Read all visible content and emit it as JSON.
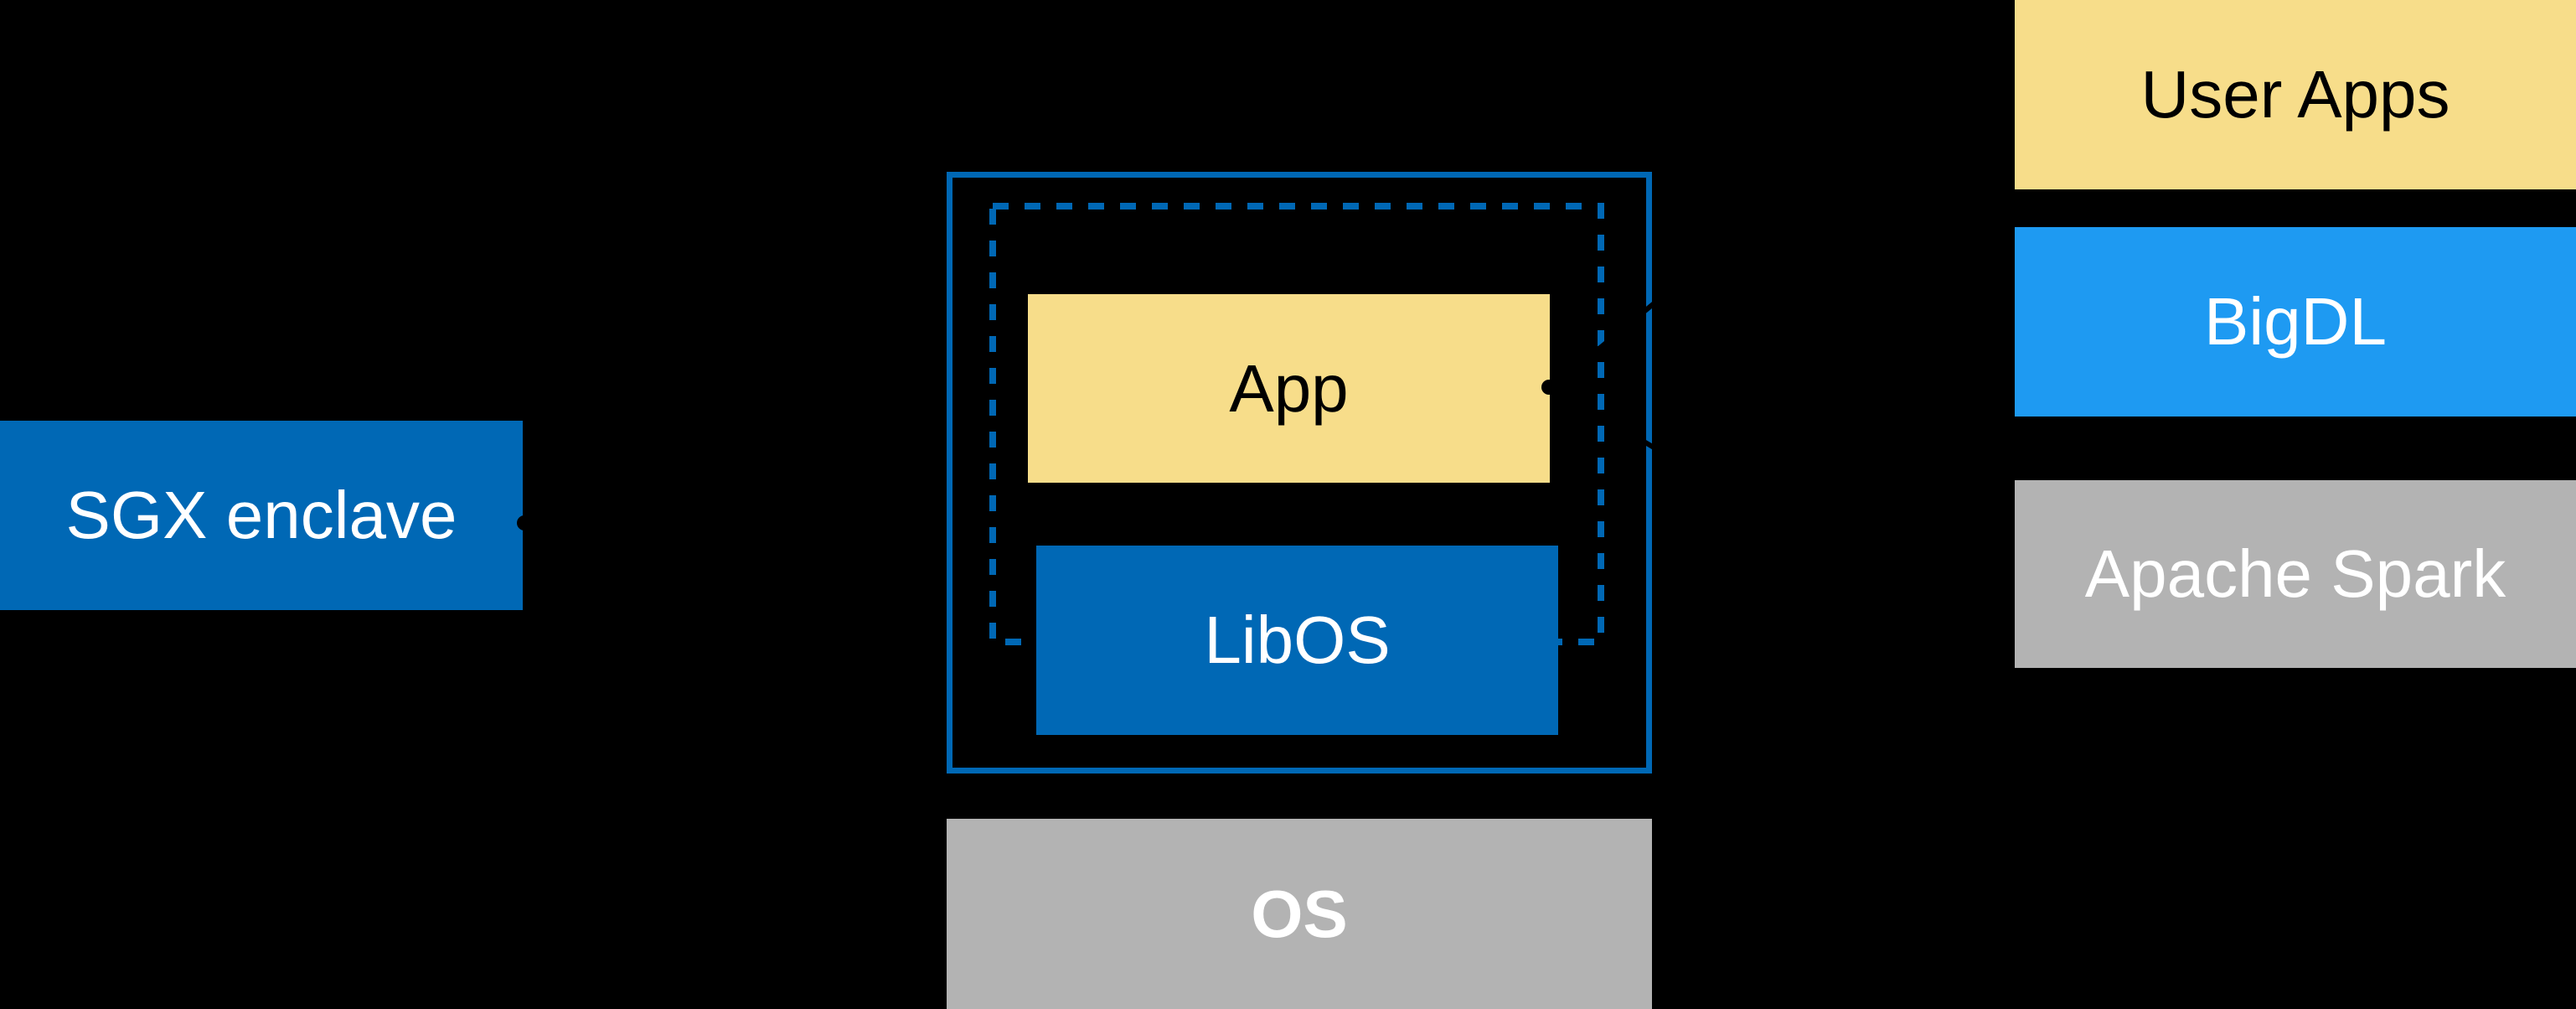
{
  "diagram": {
    "description": "SGX enclave architecture diagram",
    "boxes": {
      "sgx": "SGX enclave",
      "app": "App",
      "libos": "LibOS",
      "os": "OS",
      "user_apps": "User Apps",
      "bigdl": "BigDL",
      "spark": "Apache Spark"
    }
  },
  "colors": {
    "bg": "#000000",
    "intel_blue": "#0068B5",
    "bright_blue": "#1E9AF2",
    "yellow": "#F7DD8A",
    "gray": "#B3B3B3",
    "text_light": "#FFFFFF",
    "text_dark": "#000000",
    "connector": "#000000"
  }
}
